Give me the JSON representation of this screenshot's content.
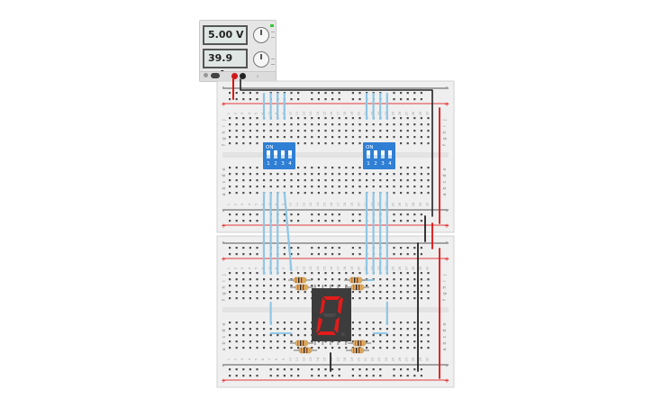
{
  "power_supply": {
    "voltage": "5.00 V",
    "current": "39.9 mA"
  },
  "breadboard": {
    "row_letters_top": [
      "j",
      "i",
      "h",
      "g",
      "f"
    ],
    "row_letters_bottom": [
      "e",
      "d",
      "c",
      "b",
      "a"
    ],
    "column_numbers": [
      "1",
      "2",
      "3",
      "4",
      "5",
      "6",
      "7",
      "8",
      "9",
      "10",
      "11",
      "12",
      "13",
      "14",
      "15",
      "16",
      "17",
      "18",
      "19",
      "20",
      "21",
      "22",
      "23",
      "24",
      "25",
      "26",
      "27",
      "28",
      "29",
      "30"
    ],
    "rail_plus": "+",
    "rail_minus": "-"
  },
  "dip_switch": {
    "on_label": "ON",
    "positions": [
      "1",
      "2",
      "3",
      "4"
    ]
  },
  "seven_segment": {
    "digit": "0"
  },
  "colors": {
    "wire_blue": "#8ec6e6",
    "wire_black": "#222222",
    "wire_red": "#e01010",
    "dip_blue": "#2f7fd4",
    "segment_on": "#e21b1b",
    "segment_off": "#4a4a4a",
    "rail_red": "#e53b3b",
    "rail_dark": "#555555"
  }
}
